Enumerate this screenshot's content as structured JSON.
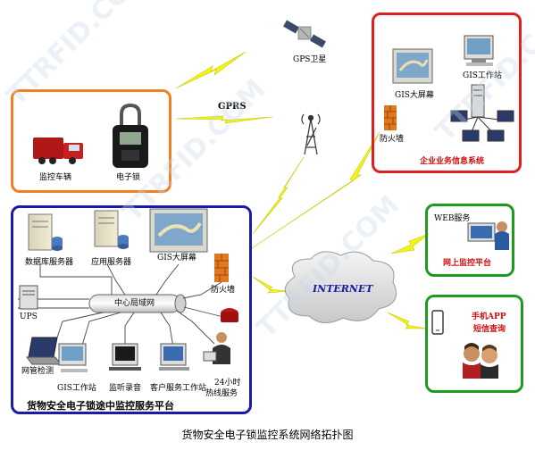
{
  "title": "货物安全电子锁监控系统网络拓扑图",
  "watermark": "TTRFID.COM",
  "labels": {
    "gps": "GPS卫星",
    "gprs": "GPRS",
    "vehicle": "监控车辆",
    "elock": "电子锁",
    "gis_big_screen_top": "GIS大屏幕",
    "gis_workstation_top": "GIS工作站",
    "firewall_top": "防火墙",
    "enterprise_system": "企业业务信息系统",
    "db_server": "数据库服务器",
    "app_server": "应用服务器",
    "gis_big_screen": "GIS大屏幕",
    "firewall": "防火墙",
    "lan": "中心局域网",
    "ups": "UPS",
    "network_mgmt": "网管检测",
    "gis_workstation": "GIS工作站",
    "monitor_recorder": "监听录音",
    "cs_workstation": "客户服务工作站",
    "hotline": "24小时",
    "hotline2": "热线服务",
    "platform": "货物安全电子锁途中监控服务平台",
    "internet": "INTERNET",
    "web_service": "WEB服务",
    "online_platform": "网上监控平台",
    "mobile_app": "手机APP",
    "sms_query": "短信查询"
  },
  "colors": {
    "orange_border": "#f08020",
    "red_border": "#e02020",
    "blue_border": "#1a1aa8",
    "green_border": "#1f9a1f",
    "label_red": "#d01010",
    "lightning": "#f0f000"
  }
}
